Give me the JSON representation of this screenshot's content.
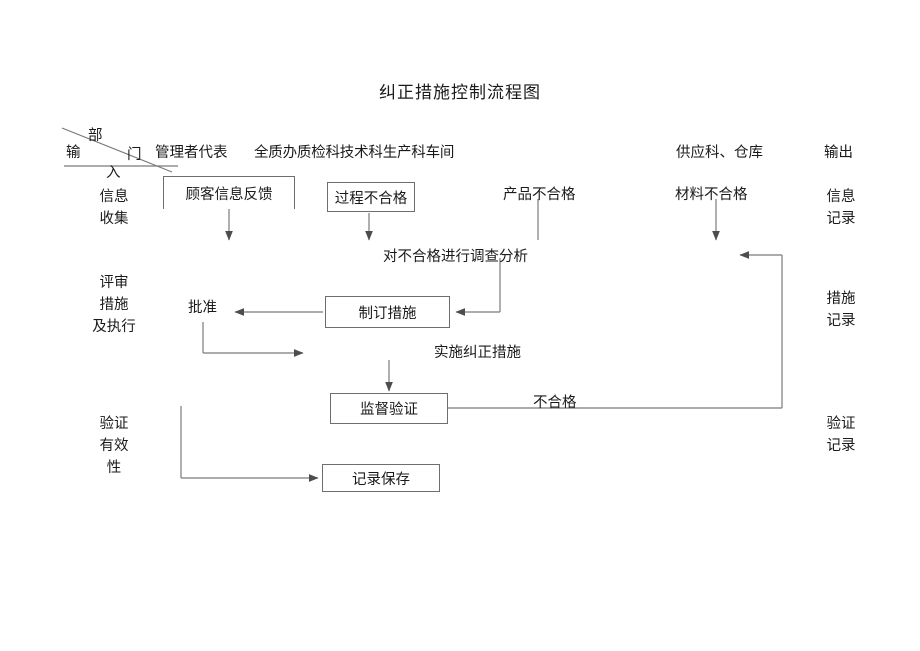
{
  "document": {
    "title": "纠正措施控制流程图"
  },
  "matrix_header": {
    "corner": {
      "department_label": "部门",
      "input_label": "输入",
      "dept_char_1": "部",
      "dept_char_2": "门",
      "input_char_1": "输",
      "input_char_2": "入"
    },
    "columns": [
      {
        "id": "manager-rep",
        "label": "管理者代表"
      },
      {
        "id": "departments",
        "label": "全质办质检科技术科生产科车间"
      },
      {
        "id": "supply-warehouse",
        "label": "供应科、仓库"
      },
      {
        "id": "output",
        "label": "输出"
      }
    ]
  },
  "stage_labels": {
    "left": [
      {
        "id": "info-collection",
        "label": "信息\n收集"
      },
      {
        "id": "review-measures-execution",
        "label": "评审\n措施\n及执行"
      },
      {
        "id": "verify-effectiveness",
        "label": "验证\n有效\n性"
      }
    ],
    "right": [
      {
        "id": "info-record",
        "label": "信息\n记录"
      },
      {
        "id": "measure-record",
        "label": "措施\n记录"
      },
      {
        "id": "verify-record",
        "label": "验证\n记录"
      }
    ]
  },
  "nodes": {
    "customer_feedback": "顾客信息反馈",
    "process_nonconformity": "过程不合格",
    "product_nonconformity": "产品不合格",
    "material_nonconformity": "材料不合格",
    "investigate_analyze": "对不合格进行调查分析",
    "formulate_measures": "制订措施",
    "approve": "批准",
    "implement_corrective": "实施纠正措施",
    "supervise_verify": "监督验证",
    "record_keeping": "记录保存"
  },
  "edge_labels": {
    "nonconforming": "不合格"
  },
  "style": {
    "line_color": "#6e6e6e",
    "text_color": "#1a1a1a",
    "background": "#ffffff"
  }
}
